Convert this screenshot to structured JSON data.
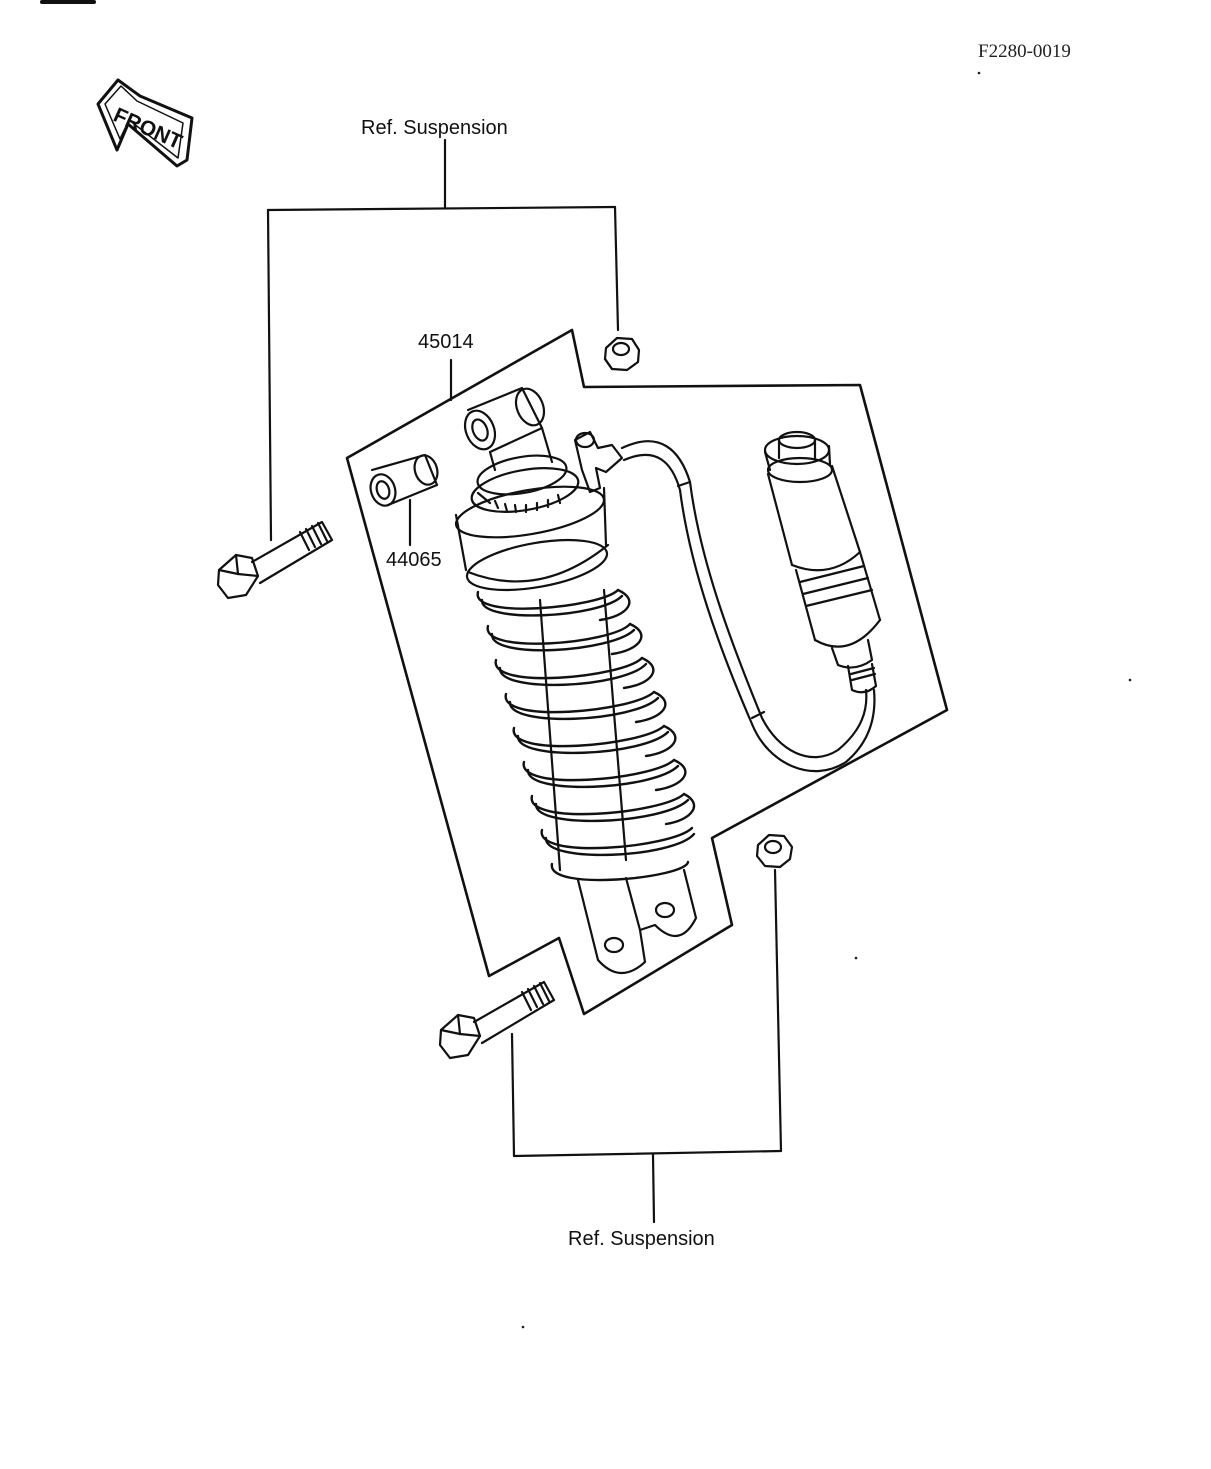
{
  "diagram_code": "F2280-0019",
  "front_label": "FRONT",
  "ref_labels": {
    "top": "Ref. Suspension",
    "bottom": "Ref. Suspension"
  },
  "part_numbers": {
    "shock_absorber": "45014",
    "collar": "44065"
  },
  "colors": {
    "line": "#111111",
    "background": "#ffffff"
  }
}
